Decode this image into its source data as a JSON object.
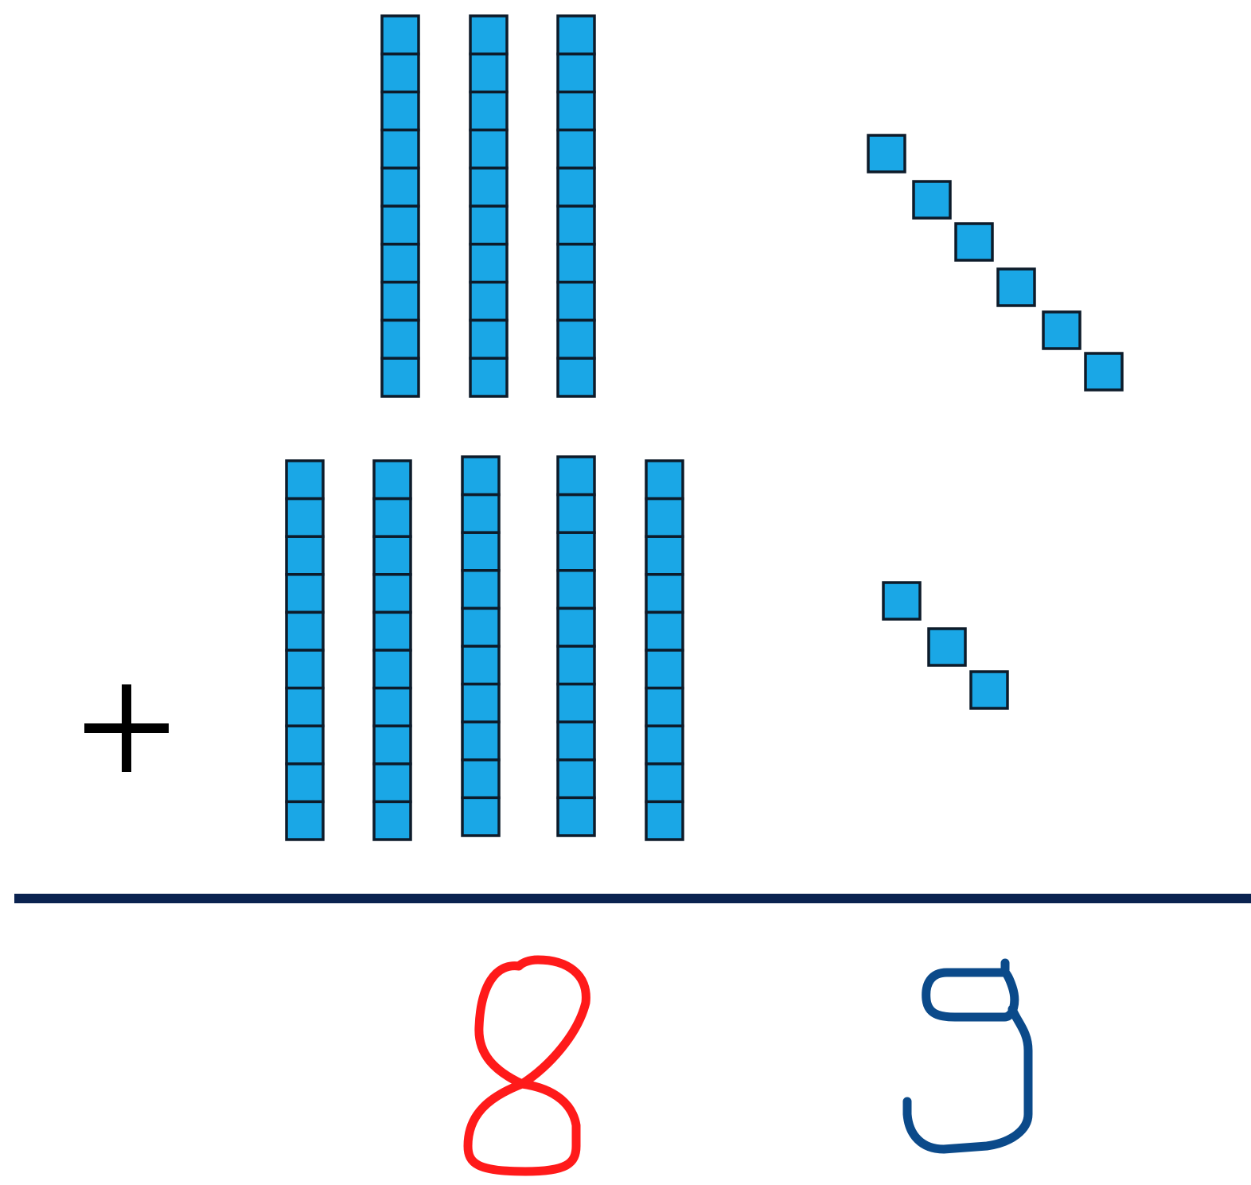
{
  "colors": {
    "block_fill": "#1aa7e6",
    "block_stroke": "#0d1b2a",
    "operator": "#000000",
    "rule": "#0b2350",
    "tens_digit": "#ff1a1a",
    "ones_digit": "#0b4a8a"
  },
  "icons": {
    "operator": "plus-icon"
  },
  "problem": {
    "addend_1": {
      "tens_rods": 3,
      "ones_units": 6
    },
    "addend_2": {
      "tens_rods": 5,
      "ones_units": 3
    },
    "units_per_rod": 10
  },
  "answer": {
    "tens": "8",
    "ones": "9"
  }
}
